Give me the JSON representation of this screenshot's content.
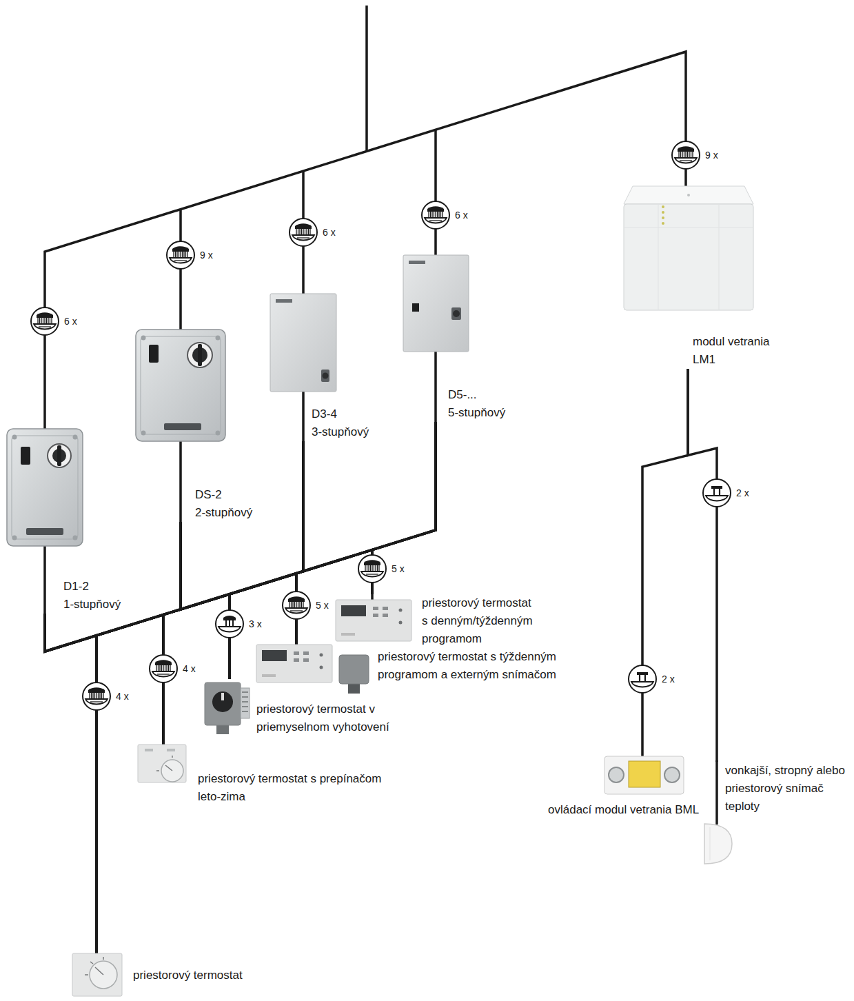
{
  "diagram": {
    "nodes": [
      {
        "text": [
          "D1-2",
          "1-stupňový"
        ]
      },
      {
        "text": [
          "DS-2",
          "2-stupňový"
        ]
      },
      {
        "text": [
          "D3-4",
          "3-stupňový"
        ]
      },
      {
        "text": [
          "D5-...",
          "5-stupňový"
        ]
      },
      {
        "text": [
          "modul vetrania LM1"
        ]
      },
      {
        "text": [
          "priestorový termostat"
        ]
      },
      {
        "text": [
          "priestorový termostat s prepínačom leto-zima"
        ]
      },
      {
        "text": [
          "priestorový termostat v priemyselnom vyhotovení"
        ]
      },
      {
        "text": [
          "priestorový termostat s týždenným programom a externým snímačom"
        ]
      },
      {
        "text": [
          "priestorový termostat s denným/týždenným programom"
        ]
      },
      {
        "text": [
          "ovládací modul vetrania BML"
        ]
      },
      {
        "text": [
          "vonkajší, stropný alebo priestorový snímač teploty"
        ]
      }
    ],
    "edges": [
      {
        "from": 0,
        "to": 5,
        "arrow": "none"
      },
      {
        "from": 0,
        "to": 6,
        "arrow": "none"
      },
      {
        "from": 0,
        "to": 7,
        "arrow": "none"
      },
      {
        "from": 0,
        "to": 8,
        "arrow": "none"
      },
      {
        "from": 0,
        "to": 9,
        "arrow": "none"
      },
      {
        "from": 1,
        "to": 5,
        "arrow": "none"
      },
      {
        "from": 1,
        "to": 6,
        "arrow": "none"
      },
      {
        "from": 1,
        "to": 7,
        "arrow": "none"
      },
      {
        "from": 1,
        "to": 8,
        "arrow": "none"
      },
      {
        "from": 1,
        "to": 9,
        "arrow": "none"
      },
      {
        "from": 2,
        "to": 5,
        "arrow": "none"
      },
      {
        "from": 2,
        "to": 6,
        "arrow": "none"
      },
      {
        "from": 2,
        "to": 7,
        "arrow": "none"
      },
      {
        "from": 2,
        "to": 8,
        "arrow": "none"
      },
      {
        "from": 2,
        "to": 9,
        "arrow": "none"
      },
      {
        "from": 3,
        "to": 5,
        "arrow": "none"
      },
      {
        "from": 3,
        "to": 6,
        "arrow": "none"
      },
      {
        "from": 3,
        "to": 7,
        "arrow": "none"
      },
      {
        "from": 3,
        "to": 8,
        "arrow": "none"
      },
      {
        "from": 3,
        "to": 9,
        "arrow": "none"
      },
      {
        "from": 4,
        "to": 10,
        "arrow": "none"
      },
      {
        "from": 4,
        "to": 11,
        "arrow": "none"
      }
    ],
    "labels": [
      "9 x",
      "6 x",
      "6 x",
      "9 x",
      "6 x",
      "2 x",
      "5 x",
      "5 x",
      "3 x",
      "4 x",
      "2 x",
      "4 x"
    ]
  }
}
